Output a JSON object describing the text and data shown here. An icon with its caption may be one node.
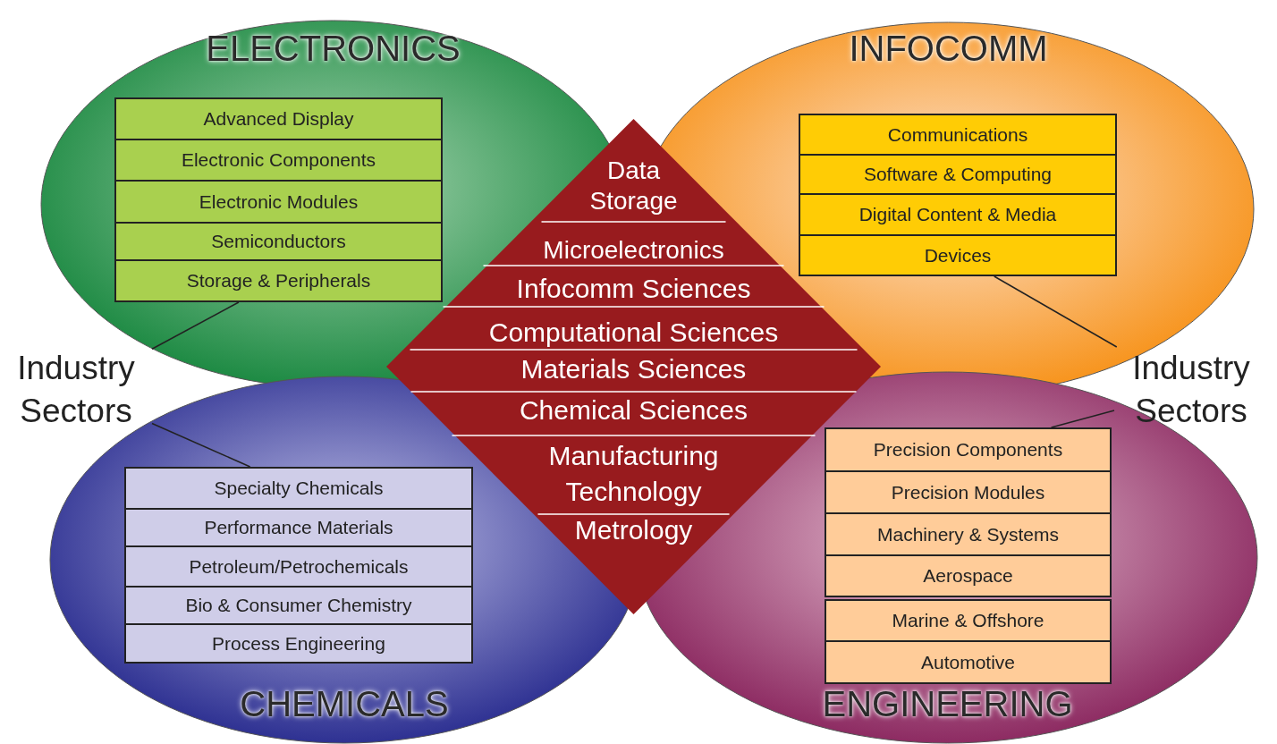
{
  "diagram": {
    "nodes": [
      {
        "text": [
          "ELECTRONICS"
        ]
      },
      {
        "text": [
          "Advanced Display"
        ],
        "in": 0
      },
      {
        "text": [
          "Electronic Components"
        ],
        "in": 0
      },
      {
        "text": [
          "Electronic Modules"
        ],
        "in": 0
      },
      {
        "text": [
          "Semiconductors"
        ],
        "in": 0
      },
      {
        "text": [
          "Storage & Peripherals"
        ],
        "in": 0
      },
      {
        "text": [
          "INFOCOMM"
        ]
      },
      {
        "text": [
          "Communications"
        ],
        "in": 6
      },
      {
        "text": [
          "Software & Computing"
        ],
        "in": 6
      },
      {
        "text": [
          "Digital Content & Media"
        ],
        "in": 6
      },
      {
        "text": [
          "Devices"
        ],
        "in": 6
      },
      {
        "text": [
          "CHEMICALS"
        ]
      },
      {
        "text": [
          "Specialty Chemicals"
        ],
        "in": 11
      },
      {
        "text": [
          "Performance Materials"
        ],
        "in": 11
      },
      {
        "text": [
          "Petroleum/Petrochemicals"
        ],
        "in": 11
      },
      {
        "text": [
          "Bio & Consumer Chemistry"
        ],
        "in": 11
      },
      {
        "text": [
          "Process Engineering"
        ],
        "in": 11
      },
      {
        "text": [
          "ENGINEERING"
        ]
      },
      {
        "text": [
          "Precision Components"
        ],
        "in": 17
      },
      {
        "text": [
          "Precision Modules"
        ],
        "in": 17
      },
      {
        "text": [
          "Machinery & Systems"
        ],
        "in": 17
      },
      {
        "text": [
          "Aerospace"
        ],
        "in": 17
      },
      {
        "text": [
          "Marine & Offshore"
        ],
        "in": 17
      },
      {
        "text": [
          "Automotive"
        ],
        "in": 17
      },
      {
        "text": [
          "Data Storage",
          "Microelectronics",
          "Infocomm Sciences",
          "Computational Sciences",
          "Materials Sciences",
          "Chemical Sciences",
          "Manufacturing Technology",
          "Metrology"
        ]
      },
      {
        "text": [
          "Industry Sectors"
        ]
      },
      {
        "text": [
          "Industry Sectors"
        ]
      }
    ],
    "edges": [
      {
        "from": 25,
        "to": 5,
        "arrow": "none"
      },
      {
        "from": 25,
        "to": 12,
        "arrow": "none"
      },
      {
        "from": 26,
        "to": 10,
        "arrow": "none"
      },
      {
        "from": 26,
        "to": 18,
        "arrow": "none"
      }
    ]
  }
}
